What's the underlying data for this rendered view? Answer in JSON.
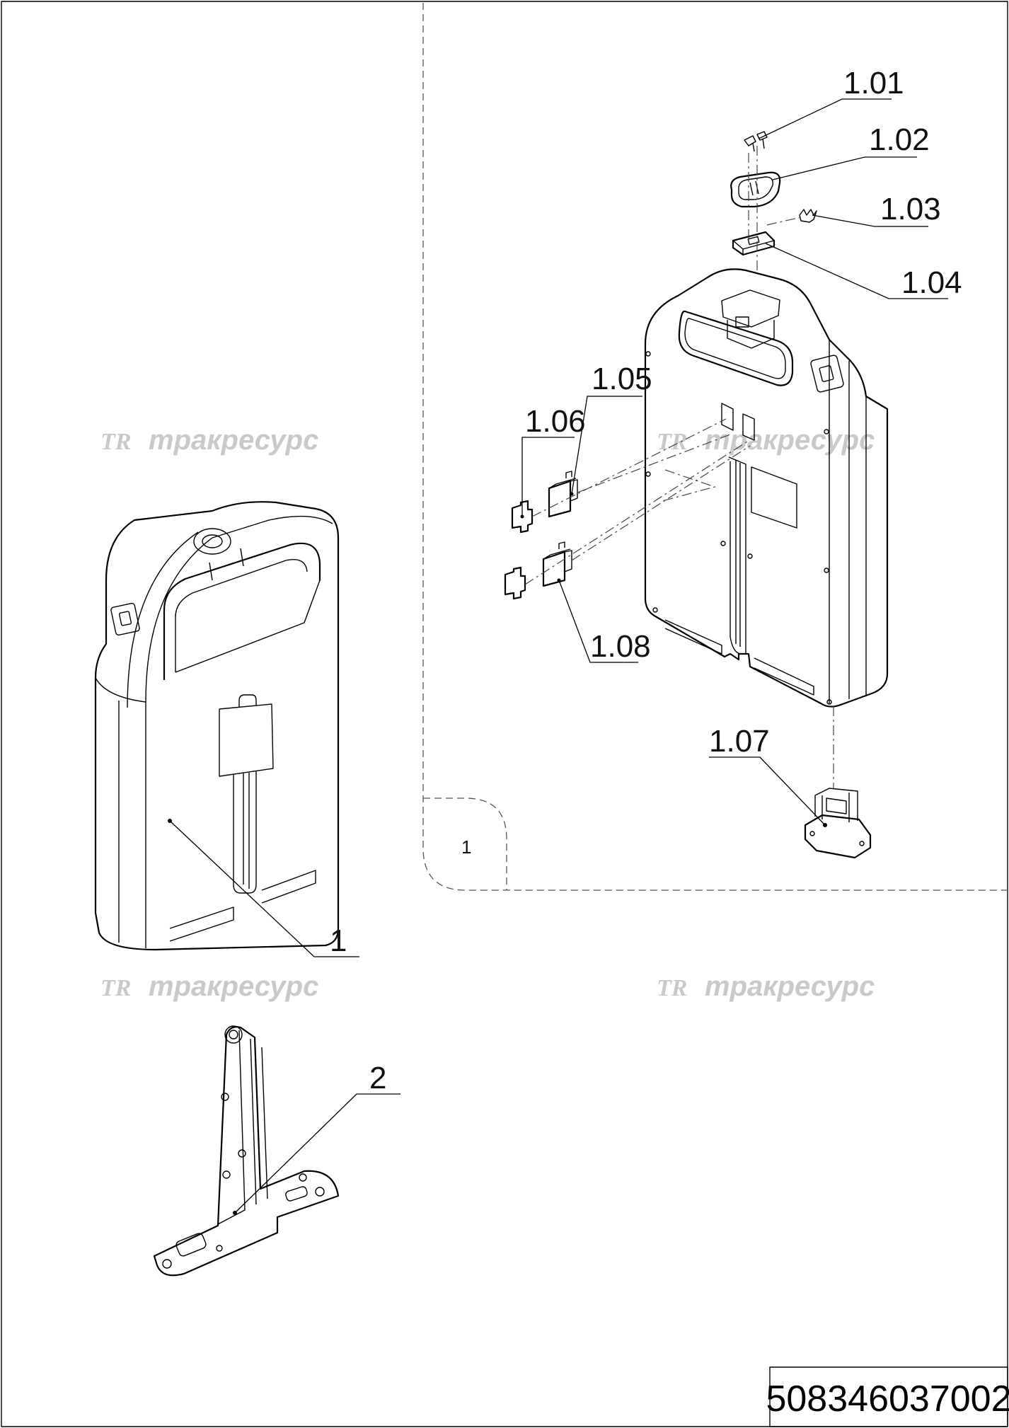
{
  "callouts": {
    "c101": "1.01",
    "c102": "1.02",
    "c103": "1.03",
    "c104": "1.04",
    "c105": "1.05",
    "c106": "1.06",
    "c107": "1.07",
    "c108": "1.08",
    "c1": "1",
    "c2": "2"
  },
  "subassembly_marker": "1",
  "document_number": "508346037002",
  "watermark": {
    "logo": "TR",
    "text": "тракресурс",
    "color": "#c9c9c9"
  }
}
